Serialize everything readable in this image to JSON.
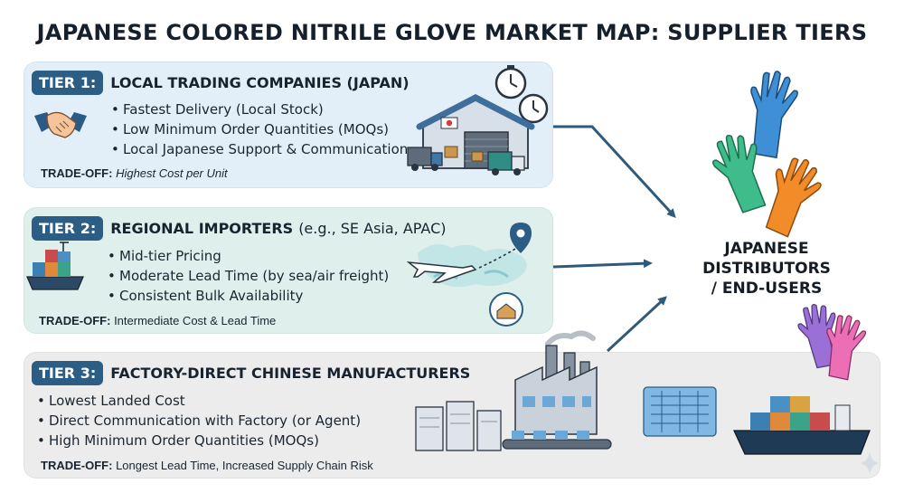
{
  "title": "JAPANESE COLORED NITRILE GLOVE MARKET MAP: SUPPLIER TIERS",
  "tiers": [
    {
      "tag": "TIER 1:",
      "title": "LOCAL TRADING COMPANIES (JAPAN)",
      "title_suffix": "",
      "bullets": [
        "Fastest Delivery (Local Stock)",
        "Low Minimum Order Quantities (MOQs)",
        "Local Japanese Support & Communication"
      ],
      "tradeoff_label": "TRADE-OFF:",
      "tradeoff_value": "Highest Cost per Unit",
      "background": "#e2eff8",
      "icons": [
        "handshake-icon",
        "warehouse-icon",
        "stopwatch-icon",
        "clock-icon",
        "delivery-truck-icon"
      ]
    },
    {
      "tag": "TIER 2:",
      "title": "REGIONAL IMPORTERS",
      "title_suffix": "(e.g., SE Asia, APAC)",
      "bullets": [
        "Mid-tier Pricing",
        "Moderate Lead Time (by sea/air freight)",
        "Consistent Bulk Availability"
      ],
      "tradeoff_label": "TRADE-OFF:",
      "tradeoff_value": "Intermediate Cost & Lead Time",
      "background": "#dff0ec",
      "icons": [
        "container-ship-icon",
        "world-map-icon",
        "airplane-icon",
        "location-pin-icon",
        "warehouse-badge-icon"
      ]
    },
    {
      "tag": "TIER 3:",
      "title": "FACTORY-DIRECT CHINESE MANUFACTURERS",
      "title_suffix": "",
      "bullets": [
        "Lowest Landed Cost",
        "Direct Communication with Factory (or Agent)",
        "High Minimum Order Quantities (MOQs)"
      ],
      "tradeoff_label": "TRADE-OFF:",
      "tradeoff_value": "Longest Lead Time, Increased Supply Chain Risk",
      "background": "#ececec",
      "icons": [
        "factory-icon",
        "conveyor-belt-icon",
        "glove-stacks-icon",
        "cargo-ship-icon"
      ]
    }
  ],
  "destination": {
    "line1": "JAPANESE",
    "line2": "DISTRIBUTORS",
    "line3": "/ END-USERS",
    "icons": [
      "blue-glove-icon",
      "green-glove-icon",
      "orange-glove-icon",
      "purple-glove-icon",
      "pink-glove-icon"
    ]
  },
  "colors": {
    "tier_tag": "#2c5d85",
    "arrow": "#2e5a7b",
    "glove_blue": "#3f8fd6",
    "glove_green": "#3ebc8a",
    "glove_orange": "#f28c28",
    "glove_purple": "#9a6fd6",
    "glove_pink": "#ec6fb6"
  }
}
